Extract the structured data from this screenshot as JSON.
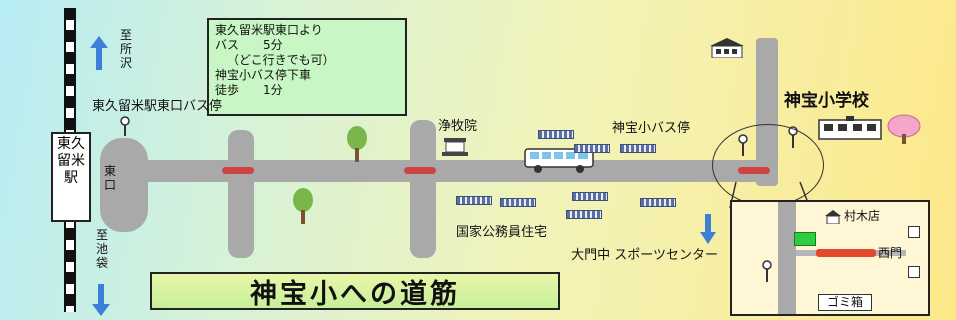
{
  "map": {
    "title": "神宝小への道筋",
    "station": "東久留米駅",
    "info_box": [
      "東久留米駅東口より",
      "バス　　5分",
      "（どこ行きでも可）",
      "神宝小バス停下車",
      "徒歩　　1分"
    ],
    "labels": {
      "north_dir": "至所沢",
      "south_dir": "至池袋",
      "bus_stop_east": "東久留米駅東口バス停",
      "east_exit": "東口",
      "temple": "浄牧院",
      "school_bus_stop": "神宝小バス停",
      "school": "神宝小学校",
      "housing": "国家公務員住宅",
      "sports_center": "大門中 スポーツセンター"
    },
    "inset": {
      "shop": "村木店",
      "west_gate": "西門",
      "trash": "ゴミ箱"
    },
    "colors": {
      "road": "#a9a9a9",
      "arrow": "#3b7fd6",
      "tree": "#7bb64a",
      "bus": "#ffffff",
      "marker": "#e04a2a"
    }
  }
}
